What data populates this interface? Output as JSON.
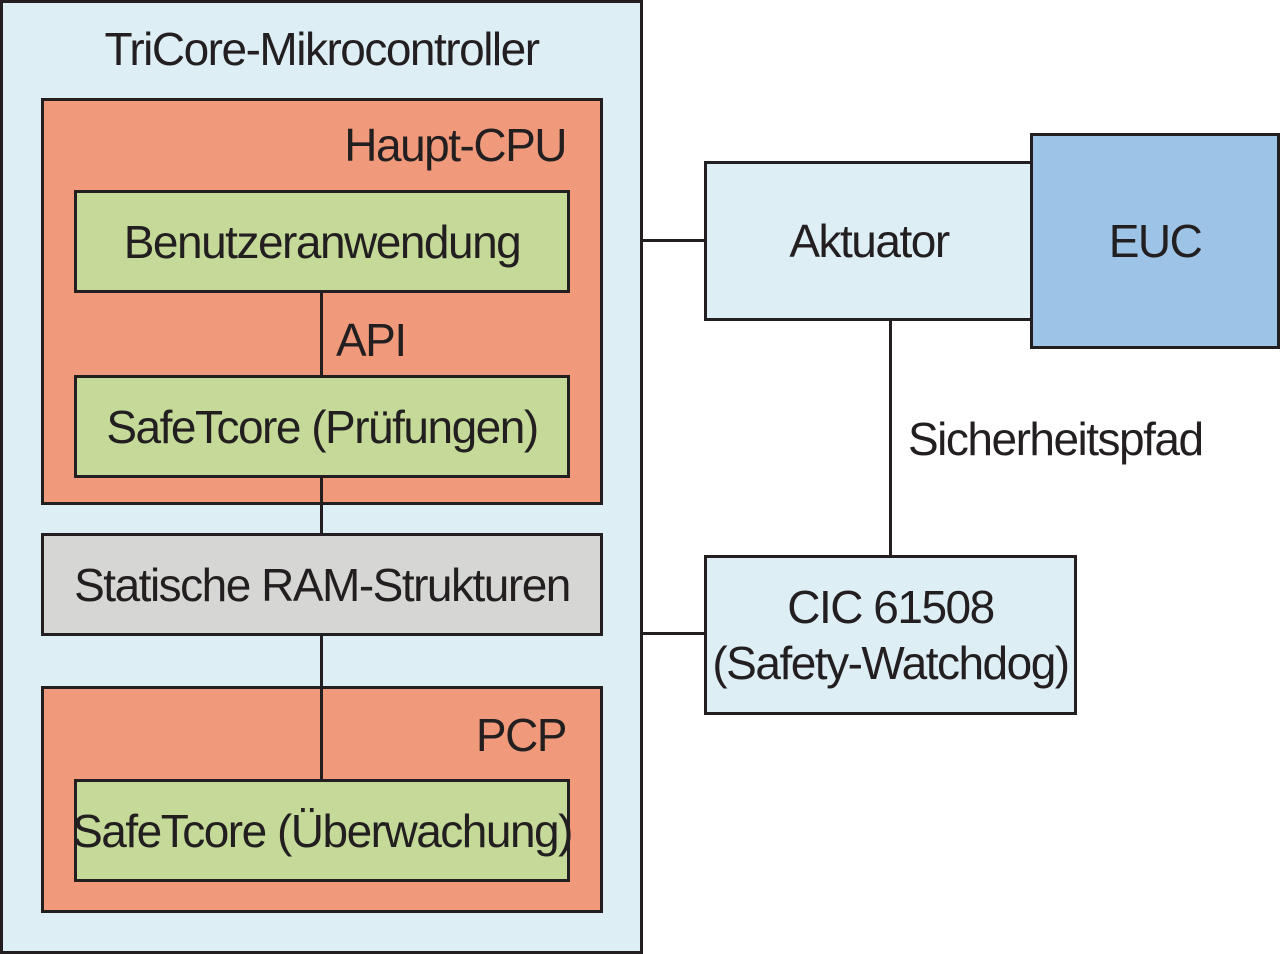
{
  "diagram": {
    "microcontroller": {
      "title": "TriCore-Mikrocontroller"
    },
    "main_cpu": {
      "title": "Haupt-CPU",
      "user_application": "Benutzeranwendung",
      "api_label": "API",
      "safetcore_checks": "SafeTcore (Prüfungen)"
    },
    "static_ram": {
      "label": "Statische RAM-Strukturen"
    },
    "pcp": {
      "title": "PCP",
      "safetcore_monitoring": "SafeTcore (Überwachung)"
    },
    "actuator": {
      "label": "Aktuator"
    },
    "euc": {
      "label": "EUC"
    },
    "safety_path": {
      "label": "Sicherheitspfad"
    },
    "watchdog": {
      "line1": "CIC 61508",
      "line2": "(Safety-Watchdog)"
    }
  },
  "colors": {
    "container": "#ddeef5",
    "cpu_block": "#f09a7b",
    "software_block": "#c5da98",
    "ram_block": "#d6d7d4",
    "euc_block": "#9dc4e6",
    "stroke": "#231f20"
  }
}
